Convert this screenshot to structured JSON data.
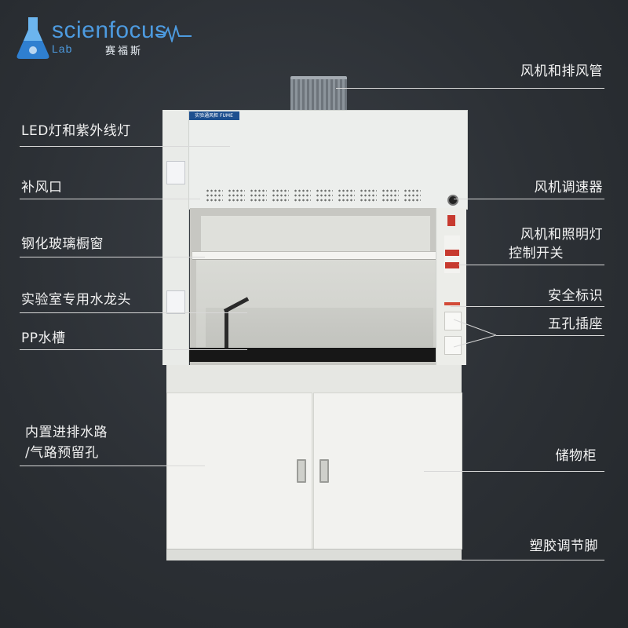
{
  "logo": {
    "wordmark": "scienfocus",
    "sub": "Lab",
    "chinese": "赛福斯",
    "icon": "flask-icon"
  },
  "product": {
    "nameplate": "实验通风柜 FUME HOOD"
  },
  "labels": {
    "fan_duct": "风机和排风管",
    "led_uv": "LED灯和紫外线灯",
    "air_supply": "补风口",
    "fan_speed": "风机调速器",
    "glass_window": "钢化玻璃橱窗",
    "fan_light_switch_1": "风机和照明灯",
    "fan_light_switch_2": "控制开关",
    "faucet": "实验室专用水龙头",
    "safety_mark": "安全标识",
    "sink": "PP水槽",
    "socket": "五孔插座",
    "holes_1": "内置进排水路",
    "holes_2": "/气路预留孔",
    "storage": "储物柜",
    "feet": "塑胶调节脚"
  },
  "colors": {
    "background": "#2c3035",
    "brand": "#4d9be0",
    "cabinet": "#eceeec",
    "leader_line": "#d8d8d8"
  }
}
